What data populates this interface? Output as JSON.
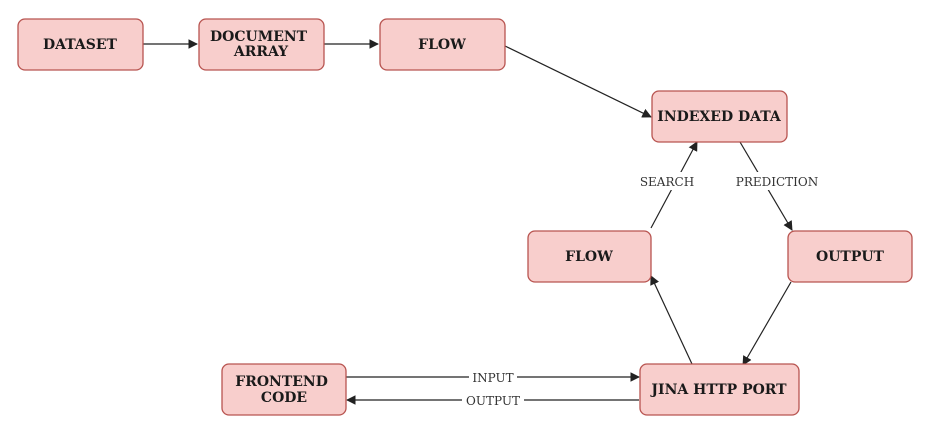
{
  "diagram": {
    "nodes": {
      "dataset": {
        "lines": [
          "DATASET"
        ]
      },
      "document_array": {
        "lines": [
          "DOCUMENT",
          "ARRAY"
        ]
      },
      "flow_top": {
        "lines": [
          "FLOW"
        ]
      },
      "indexed_data": {
        "lines": [
          "INDEXED DATA"
        ]
      },
      "flow_mid": {
        "lines": [
          "FLOW"
        ]
      },
      "output_node": {
        "lines": [
          "OUTPUT"
        ]
      },
      "frontend_code": {
        "lines": [
          "FRONTEND",
          "CODE"
        ]
      },
      "jina_http_port": {
        "lines": [
          "JINA HTTP PORT"
        ]
      }
    },
    "edges": {
      "search": "SEARCH",
      "prediction": "PREDICTION",
      "input": "INPUT",
      "output": "OUTPUT"
    },
    "colors": {
      "node_fill": "#f8cecc",
      "node_stroke": "#b85450",
      "edge": "#222222"
    }
  }
}
